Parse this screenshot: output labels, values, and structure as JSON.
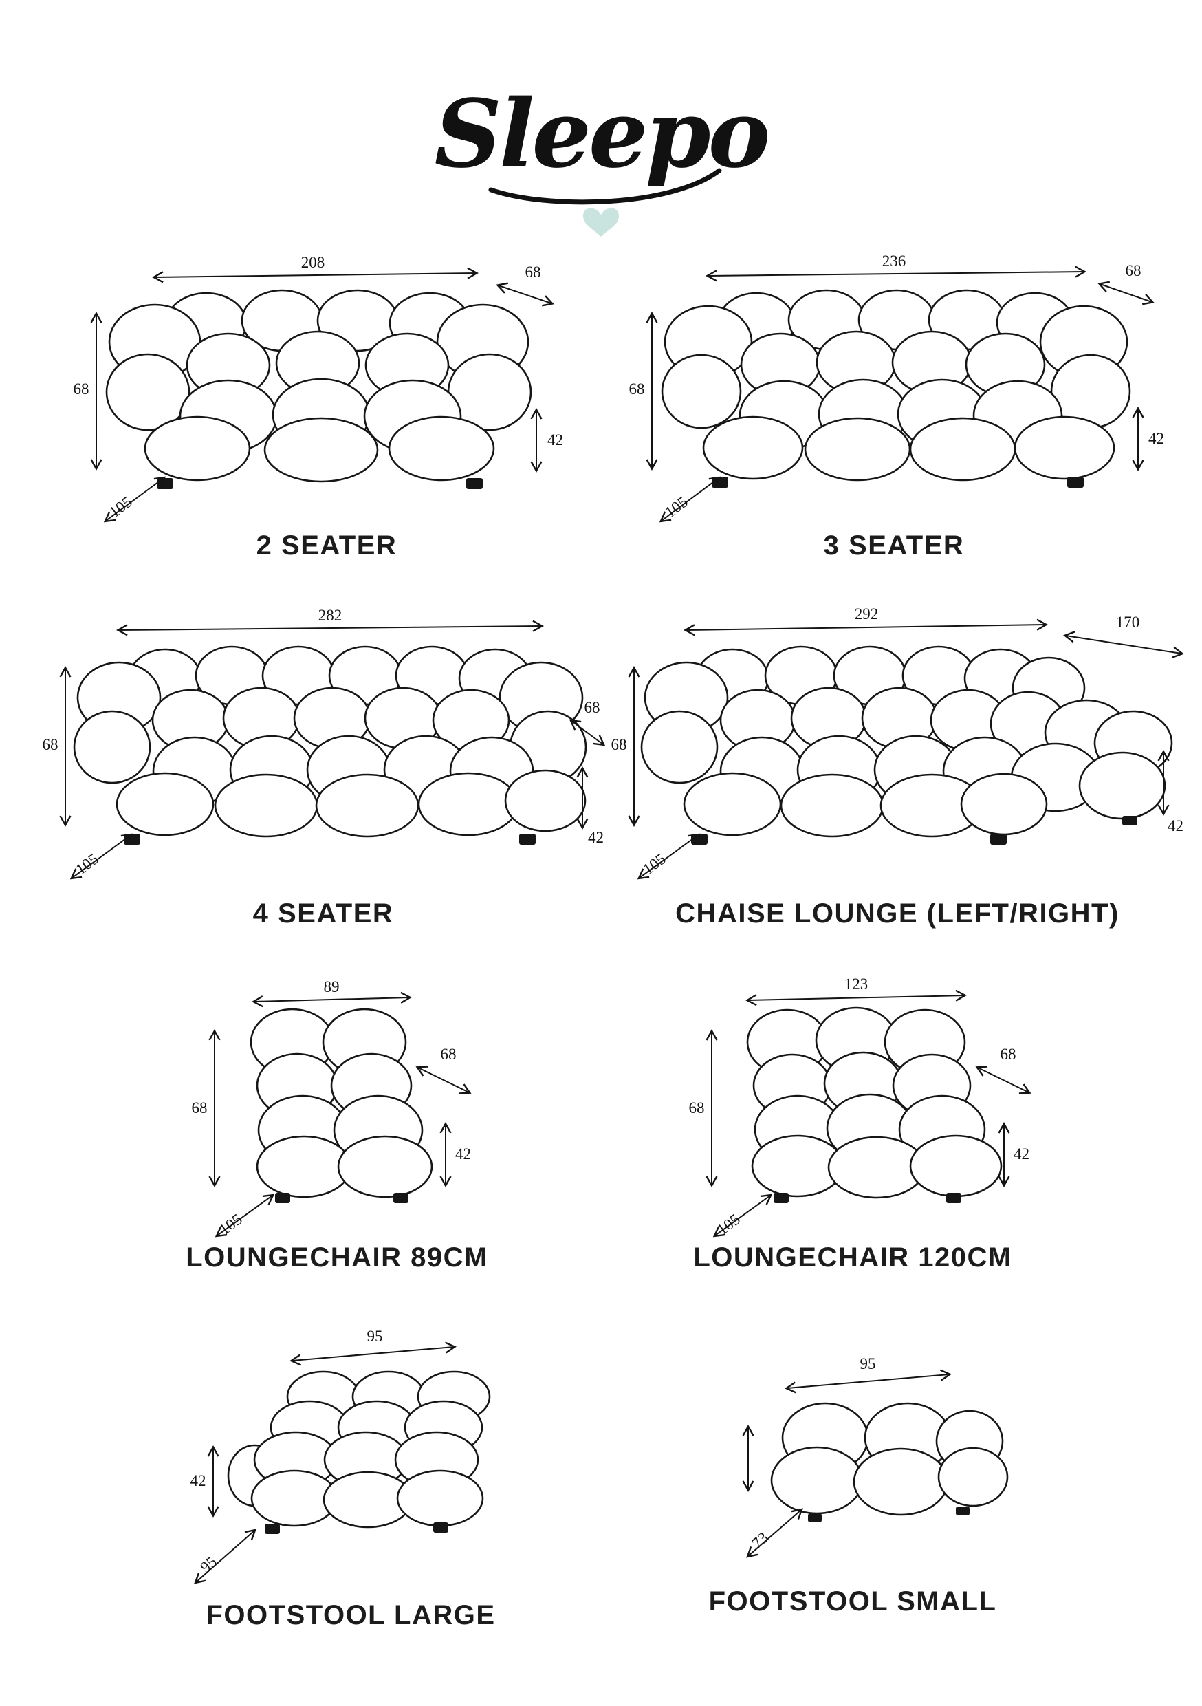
{
  "page": {
    "background": "#ffffff"
  },
  "brand": {
    "logo_text": "Sleepo",
    "heart_color": "#c9e4de"
  },
  "products": [
    {
      "name": "2 SEATER",
      "dims": {
        "width": "208",
        "arm_depth": "68",
        "height": "68",
        "seat_height": "42",
        "depth": "105"
      }
    },
    {
      "name": "3 SEATER",
      "dims": {
        "width": "236",
        "arm_depth": "68",
        "height": "68",
        "seat_height": "42",
        "depth": "105"
      }
    },
    {
      "name": "4 SEATER",
      "dims": {
        "width": "282",
        "arm_depth": "68",
        "height": "68",
        "seat_height": "42",
        "depth": "105"
      }
    },
    {
      "name": "CHAISE LOUNGE (LEFT/RIGHT)",
      "dims": {
        "width": "292",
        "chaise_length": "170",
        "height": "68",
        "seat_height": "42",
        "depth": "105"
      }
    },
    {
      "name": "LOUNGECHAIR 89CM",
      "dims": {
        "width": "89",
        "seat_depth": "68",
        "height": "68",
        "seat_height": "42",
        "depth": "105"
      }
    },
    {
      "name": "LOUNGECHAIR 120CM",
      "dims": {
        "width": "123",
        "seat_depth": "68",
        "height": "68",
        "seat_height": "42",
        "depth": "105"
      }
    },
    {
      "name": "FOOTSTOOL LARGE",
      "dims": {
        "width": "95",
        "height": "42",
        "depth": "95"
      }
    },
    {
      "name": "FOOTSTOOL SMALL",
      "dims": {
        "width": "95",
        "depth": "73"
      }
    }
  ]
}
